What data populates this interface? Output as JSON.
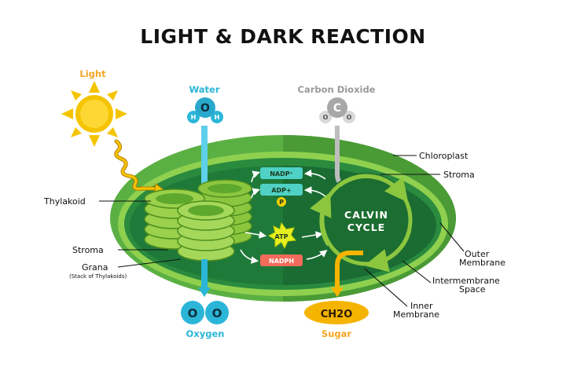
{
  "title": "LIGHT & DARK REACTION",
  "inputs": {
    "light": "Light",
    "water": "Water",
    "carbon_dioxide": "Carbon Dioxide"
  },
  "outputs": {
    "oxygen": "Oxygen",
    "sugar": "Sugar"
  },
  "molecules": {
    "water": {
      "center": "O",
      "left": "H",
      "right": "H"
    },
    "co2": {
      "center": "C",
      "left": "O",
      "right": "O"
    },
    "oxygen": {
      "left": "O",
      "right": "O"
    },
    "sugar": "CH2O"
  },
  "carriers": {
    "nadp": "NADP⁺",
    "adp": "ADP+",
    "pi": "P",
    "atp": "ATP",
    "nadph": "NADPH"
  },
  "calvin_cycle": {
    "line1": "CALVIN",
    "line2": "CYCLE"
  },
  "labels": {
    "chloroplast": "Chloroplast",
    "stroma_right": "Stroma",
    "outer_membrane_1": "Outer",
    "outer_membrane_2": "Membrane",
    "intermembrane_1": "Intermembrane",
    "intermembrane_2": "Space",
    "inner_membrane_1": "Inner",
    "inner_membrane_2": "Membrane",
    "thylakoid": "Thylakoid",
    "stroma_left": "Stroma",
    "grana": "Grana",
    "grana_note": "(Stack of Thylakoids)"
  },
  "colors": {
    "light": "#f5a623",
    "water": "#2bb6d8",
    "carbon": "#9a9a9a",
    "oxygen": "#2bb6d8",
    "sugar": "#f5a623",
    "chloroplast_outer": "#4ea83a",
    "stroma": "#1f7a3a",
    "thylakoid": "#8cc63f"
  }
}
